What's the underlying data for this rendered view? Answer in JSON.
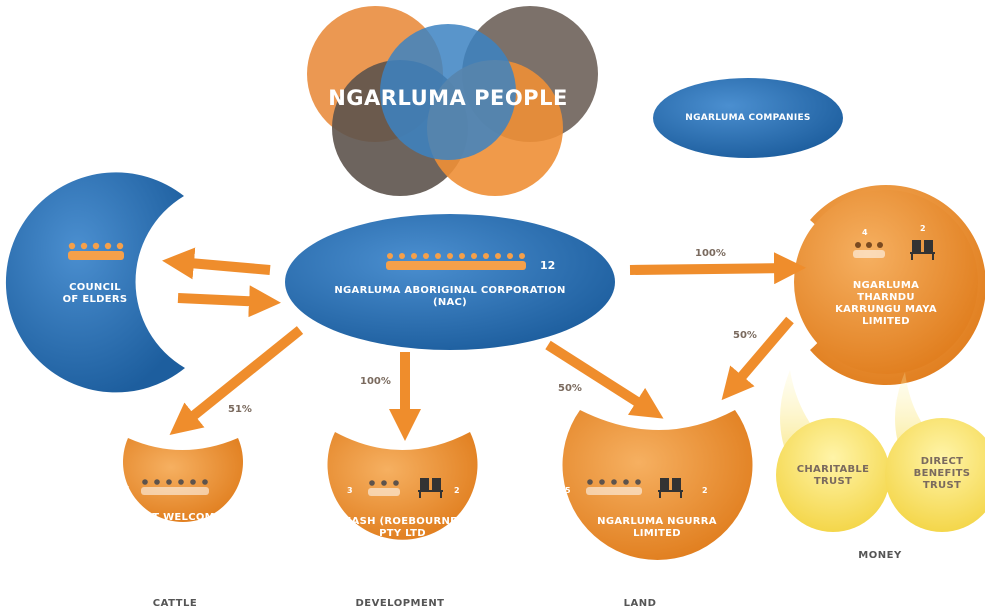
{
  "colors": {
    "blue": "#2b6fb0",
    "orange": "#e88a2c",
    "brown": "#7a6a5e",
    "yellow": "#f6dd5a"
  },
  "people": {
    "title": "NGARLUMA PEOPLE"
  },
  "companies_badge": {
    "label": "NGARLUMA COMPANIES"
  },
  "council": {
    "label": "COUNCIL\nOF ELDERS"
  },
  "nac": {
    "label": "NGARLUMA ABORIGINAL CORPORATION\n(NAC)",
    "members": "12"
  },
  "ntkm": {
    "label": "NGARLUMA\nTHARNDU\nKARRUNGU MAYA\nLIMITED",
    "people_count": "4",
    "seat_count": "2"
  },
  "mt_welcome": {
    "label": "MT WELCOME\nSTATION",
    "people_count": "6"
  },
  "nash": {
    "label": "NASH (ROEBOURNE)\nPTY LTD",
    "people_count": "3",
    "seat_count": "2"
  },
  "ngurra": {
    "label": "NGARLUMA NGURRA\nLIMITED",
    "people_count": "5",
    "seat_count": "2"
  },
  "charitable": {
    "label": "CHARITABLE\nTRUST"
  },
  "direct": {
    "label": "DIRECT\nBENEFITS\nTRUST"
  },
  "percentages": {
    "nac_to_ntkm": "100%",
    "ntkm_to_ngurra": "50%",
    "nac_to_mtwelcome": "51%",
    "nac_to_nash": "100%",
    "nac_to_ngurra": "50%"
  },
  "categories": {
    "cattle": "CATTLE",
    "development": "DEVELOPMENT",
    "land": "LAND",
    "money": "MONEY"
  }
}
